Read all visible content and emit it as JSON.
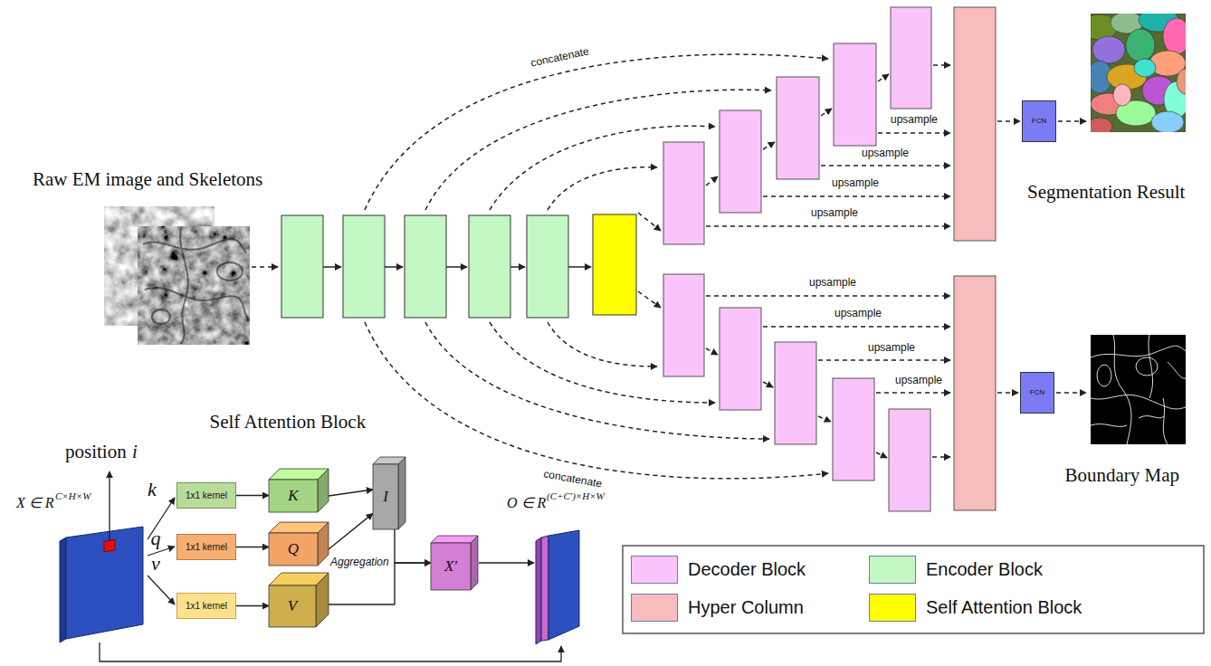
{
  "diagram": {
    "nodes": [
      {
        "text": [
          "1x1 kernel"
        ]
      },
      {
        "text": [
          "1x1 kernel"
        ]
      },
      {
        "text": [
          "1x1 kernel"
        ]
      },
      {
        "text": [
          "K"
        ]
      },
      {
        "text": [
          "Q"
        ]
      },
      {
        "text": [
          "V"
        ]
      },
      {
        "text": [
          "I"
        ]
      },
      {
        "text": [
          "X′"
        ]
      },
      {
        "text": [
          "FCN"
        ]
      },
      {
        "text": [
          "FCN"
        ]
      }
    ],
    "edges": [
      {
        "from": 0,
        "to": 3,
        "arrow": "to"
      },
      {
        "from": 1,
        "to": 4,
        "arrow": "to"
      },
      {
        "from": 2,
        "to": 5,
        "arrow": "to"
      },
      {
        "from": 3,
        "to": 6,
        "arrow": "to"
      },
      {
        "from": 4,
        "to": 6,
        "arrow": "to"
      },
      {
        "from": 6,
        "to": 7,
        "arrow": "to"
      },
      {
        "from": 5,
        "to": 7,
        "arrow": "to"
      }
    ],
    "labels": [
      "Raw EM image and Skeletons",
      "concatenate",
      "upsample",
      "upsample",
      "upsample",
      "upsample",
      "Segmentation Result",
      "upsample",
      "upsample",
      "upsample",
      "upsample",
      "Boundary Map",
      "concatenate",
      "Self Attention Block",
      "position",
      "i",
      "k",
      "q",
      "v",
      "X ∈ R",
      "C×H×W",
      "O ∈ R",
      "(C+C′)×H×W",
      "Aggregation"
    ],
    "legend": [
      {
        "text": "Decoder Block",
        "color": "#fbc3fb"
      },
      {
        "text": "Encoder Block",
        "color": "#c3f7c3"
      },
      {
        "text": "Hyper Column",
        "color": "#f7bcbc"
      },
      {
        "text": "Self Attention Block",
        "color": "#ffff00"
      }
    ]
  }
}
